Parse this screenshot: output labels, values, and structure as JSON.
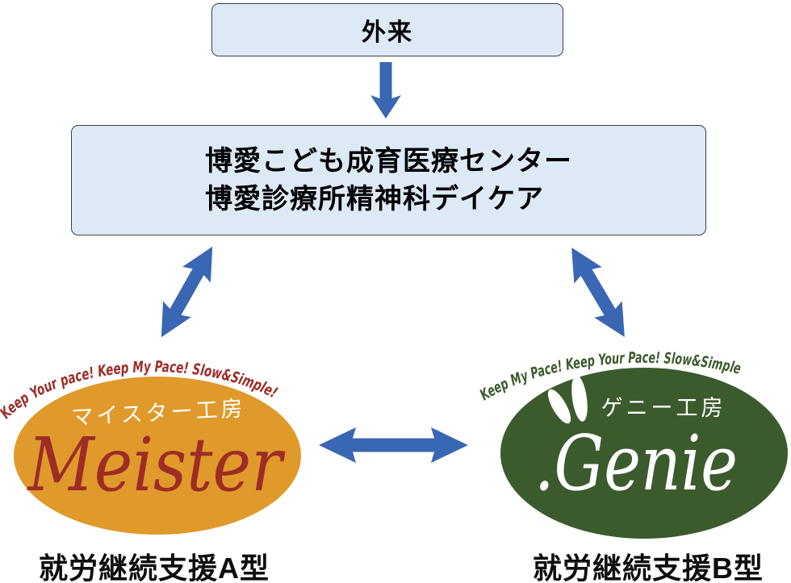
{
  "colors": {
    "arrow_blue": "#3a67b3",
    "box_fill": "#dee9f6",
    "box_border": "#3c4043",
    "meister_orange": "#df9a2b",
    "meister_red": "#9e2c25",
    "genie_green": "#3b5b2d",
    "logo_white": "#ffffff",
    "label_black": "#0f0f0f"
  },
  "flow": {
    "outpatient_box": {
      "label": "外来"
    },
    "center_box": {
      "line1": "博愛こども成育医療センター",
      "line2": "博愛診療所精神科デイケア"
    }
  },
  "meister_logo": {
    "arc_text": "Keep Your pace! Keep My Pace! Slow&Simple!",
    "workshop_name_jp": "マイスター工房",
    "brand_name": "Meister",
    "caption": "就労継続支援A型"
  },
  "genie_logo": {
    "arc_text": "Keep My Pace! Keep Your Pace! Slow&Simple",
    "workshop_name_jp": "ゲニー工房",
    "brand_name": ".Genie",
    "caption": "就労継続支援B型"
  }
}
